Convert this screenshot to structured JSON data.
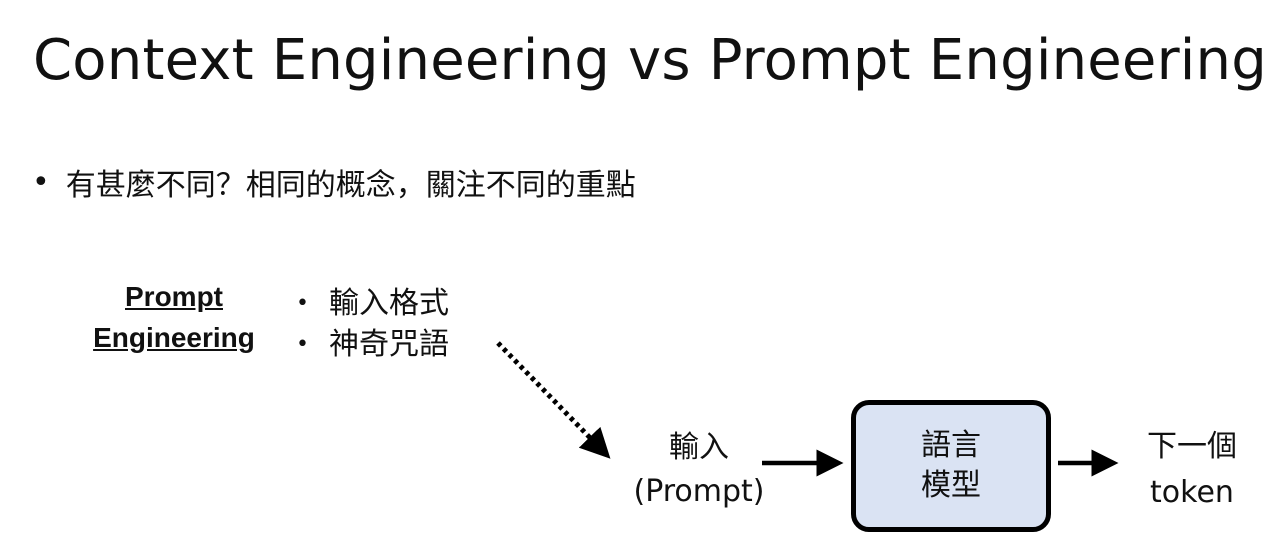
{
  "title": "Context Engineering vs Prompt Engineering",
  "main_bullet": "有甚麼不同？相同的概念，關注不同的重點",
  "bullet_symbol": "•",
  "prompt_engineering": {
    "label_line1": "Prompt",
    "label_line2": "Engineering",
    "items": [
      "輸入格式",
      "神奇咒語"
    ]
  },
  "diagram": {
    "input_line1": "輸入",
    "input_line2": "(Prompt)",
    "model_line1": "語言",
    "model_line2": "模型",
    "output_line1": "下一個",
    "output_line2": "token",
    "model_fill_color": "#dae3f3",
    "border_color": "#000000"
  }
}
